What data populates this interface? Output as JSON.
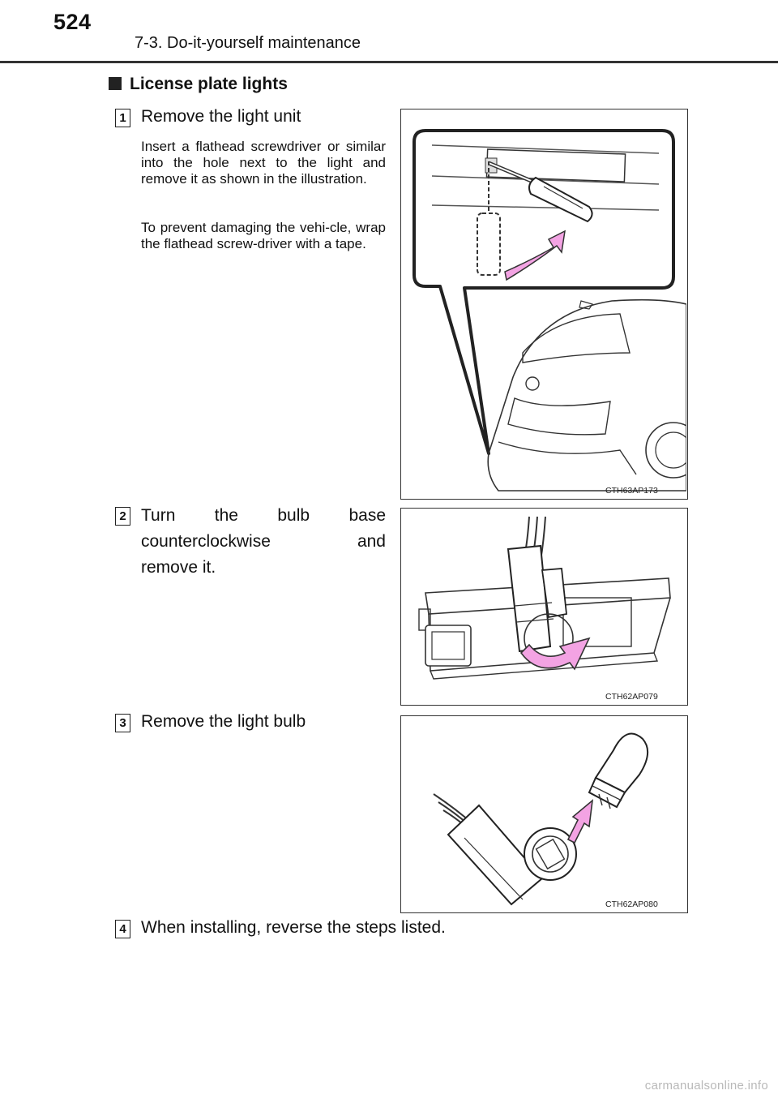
{
  "header": {
    "page_number": "524",
    "section": "7-3. Do-it-yourself maintenance"
  },
  "heading": "License plate lights",
  "steps": [
    {
      "number": "1",
      "title": "Remove the light unit",
      "notes": [
        "Insert a flathead screwdriver or similar into the hole next to the light and remove it as shown in the illustration.",
        "To prevent damaging the vehi-cle, wrap the flathead screw-driver with a tape."
      ],
      "figure_code": "CTH63AP173"
    },
    {
      "number": "2",
      "title_lines": [
        "Turn the bulb base",
        "counterclockwise and",
        "remove it."
      ],
      "figure_code": "CTH62AP079"
    },
    {
      "number": "3",
      "title": "Remove the light bulb",
      "figure_code": "CTH62AP080"
    },
    {
      "number": "4",
      "title": "When installing, reverse the steps listed."
    }
  ],
  "watermark": "carmanualsonline.info",
  "colors": {
    "arrow": "#f3a3e3",
    "arrow_stroke": "#333333",
    "rule": "#333333"
  }
}
